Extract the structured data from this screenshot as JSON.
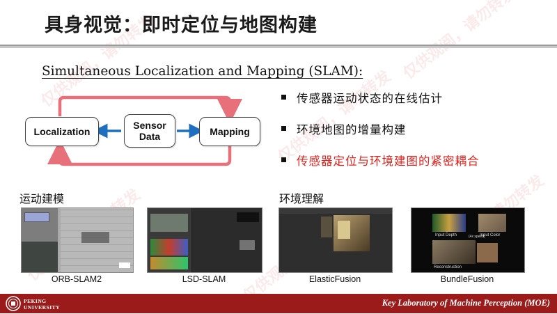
{
  "slide": {
    "title": "具身视觉：即时定位与地图构建",
    "subtitle": "Simultaneous Localization and Mapping (SLAM):"
  },
  "diagram": {
    "localization": "Localization",
    "sensor_line1": "Sensor",
    "sensor_line2": "Data",
    "mapping": "Mapping",
    "loop_color": "#e8707a",
    "arrow_color": "#1f6fc0"
  },
  "bullets": [
    {
      "text": "传感器运动状态的在线估计",
      "highlight": false
    },
    {
      "text": "环境地图的增量构建",
      "highlight": false
    },
    {
      "text": "传感器定位与环境建图的紧密耦合",
      "highlight": true
    }
  ],
  "sections": {
    "motion": "运动建模",
    "environment": "环境理解"
  },
  "thumbnails": [
    {
      "caption": "ORB-SLAM2"
    },
    {
      "caption": "LSD-SLAM"
    },
    {
      "caption": "ElasticFusion"
    },
    {
      "caption": "BundleFusion"
    }
  ],
  "thumbnail_texts": {
    "bundle_input_depth": "Input Depth",
    "bundle_speed": "(4x speed)",
    "bundle_input_color": "Input Color",
    "bundle_reconstruction": "Reconstruction"
  },
  "footer": {
    "university_line1": "PEKING",
    "university_line2": "UNIVERSITY",
    "lab": "Key Laboratory of Machine Perception (MOE)",
    "color": "#9b1b1b"
  },
  "watermark": "仅供观阅，请勿转发"
}
